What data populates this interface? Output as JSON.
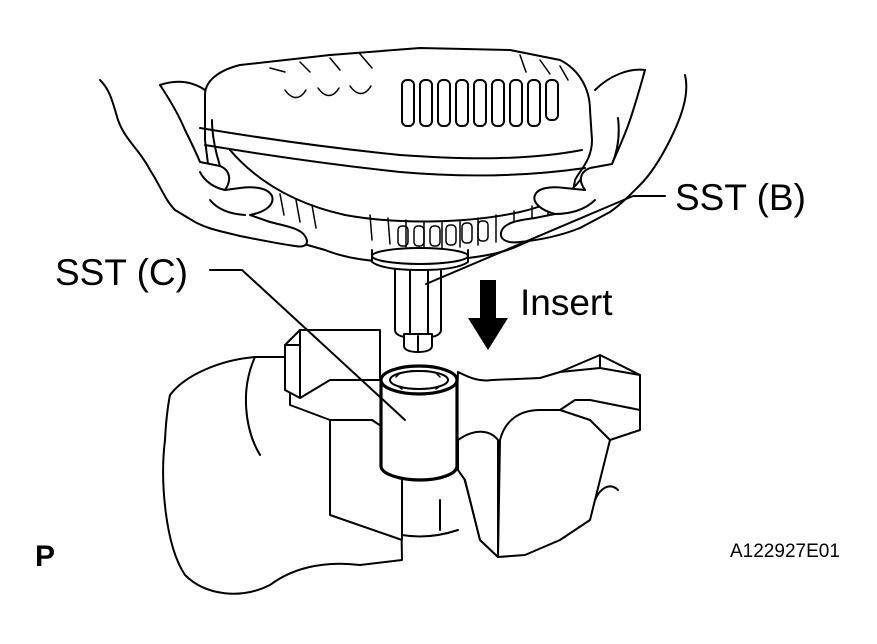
{
  "labels": {
    "sst_b": "SST (B)",
    "sst_c": "SST (C)",
    "insert": "Insert",
    "corner": "P",
    "figure_code": "A122927E01"
  }
}
